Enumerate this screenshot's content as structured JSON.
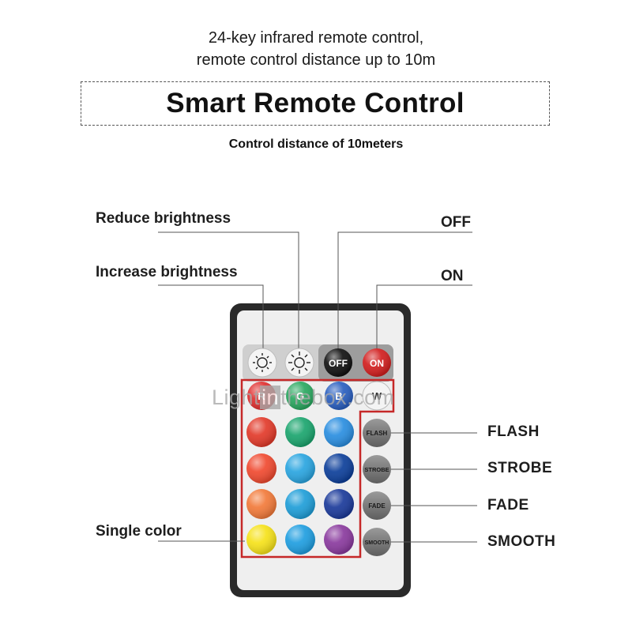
{
  "header": {
    "line1": "24-key infrared remote control,",
    "line2": "remote control distance up to 10m",
    "title": "Smart Remote Control",
    "caption": "Control distance of 10meters"
  },
  "callouts": {
    "reduce_brightness": "Reduce brightness",
    "increase_brightness": "Increase brightness",
    "off": "OFF",
    "on": "ON",
    "flash": "FLASH",
    "strobe": "STROBE",
    "fade": "FADE",
    "smooth": "SMOOTH",
    "single_color": "Single color"
  },
  "remote": {
    "top_row": [
      {
        "type": "brightness-down",
        "color": "#f2f2f2"
      },
      {
        "type": "brightness-up",
        "color": "#f2f2f2"
      },
      {
        "type": "off",
        "label": "OFF",
        "color": "#111111"
      },
      {
        "type": "on",
        "label": "ON",
        "color": "#d21f1f"
      }
    ],
    "rgbw_row": [
      {
        "label": "R",
        "color": "#e03030"
      },
      {
        "label": "G",
        "color": "#2aa860"
      },
      {
        "label": "B",
        "color": "#2a5fc0"
      },
      {
        "label": "W",
        "color": "#f4f4f4"
      }
    ],
    "color_grid": [
      [
        "#e23a2a",
        "#1ba56e",
        "#2a8ee0"
      ],
      [
        "#f04a30",
        "#2aa5e0",
        "#0d3f9a"
      ],
      [
        "#f27a3a",
        "#1f9ed8",
        "#1b3a9a"
      ],
      [
        "#f6e21a",
        "#1f9ee0",
        "#8a3a9e"
      ]
    ],
    "mode_buttons": [
      "FLASH",
      "STROBE",
      "FADE",
      "SMOOTH"
    ]
  },
  "watermark": {
    "pre": "Light",
    "mid": "in",
    "post": "thebox.com"
  }
}
